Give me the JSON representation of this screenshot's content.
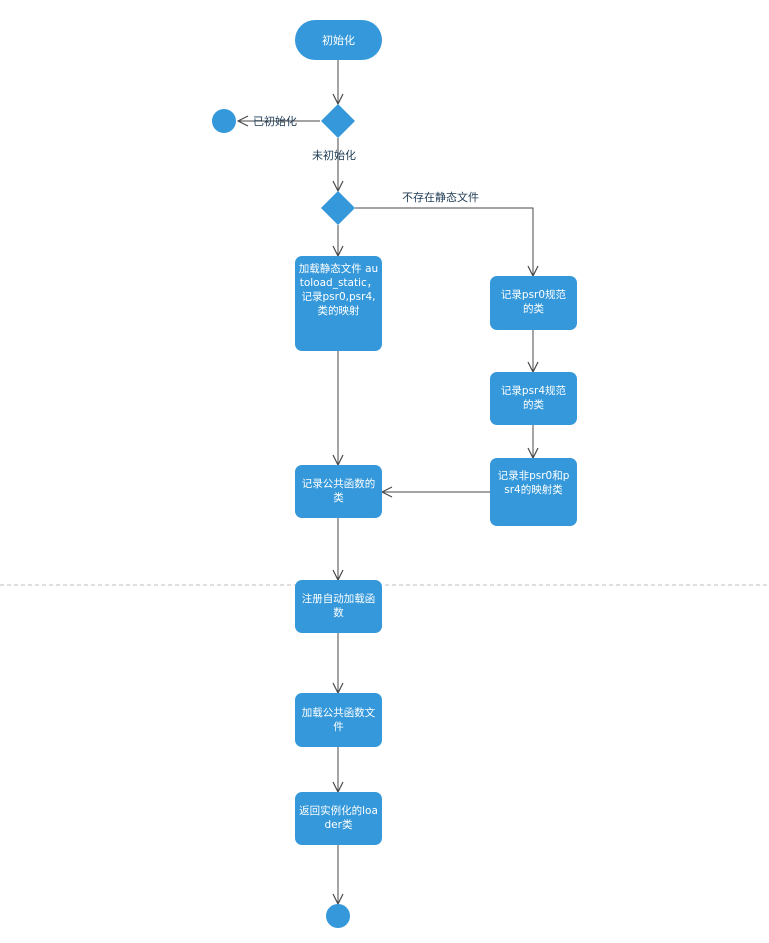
{
  "colors": {
    "node_fill": "#3498db",
    "node_text": "#ffffff",
    "edge": "#4a4a4a",
    "label_text": "#1f3b55",
    "divider": "#bfbfbf"
  },
  "nodes": {
    "start": "初始化",
    "load_static": "加载静态文件 autoload_static，记录psr0,psr4,类的映射",
    "record_psr0": "记录psr0规范的类",
    "record_psr4": "记录psr4规范的类",
    "record_other": "记录非psr0和psr4的映射类",
    "record_common": "记录公共函数的类",
    "register_autoload": "注册自动加载函数",
    "load_common": "加载公共函数文件",
    "return_loader": "返回实例化的loader类"
  },
  "edge_labels": {
    "initialized": "已初始化",
    "not_initialized": "未初始化",
    "no_static_file": "不存在静态文件"
  }
}
